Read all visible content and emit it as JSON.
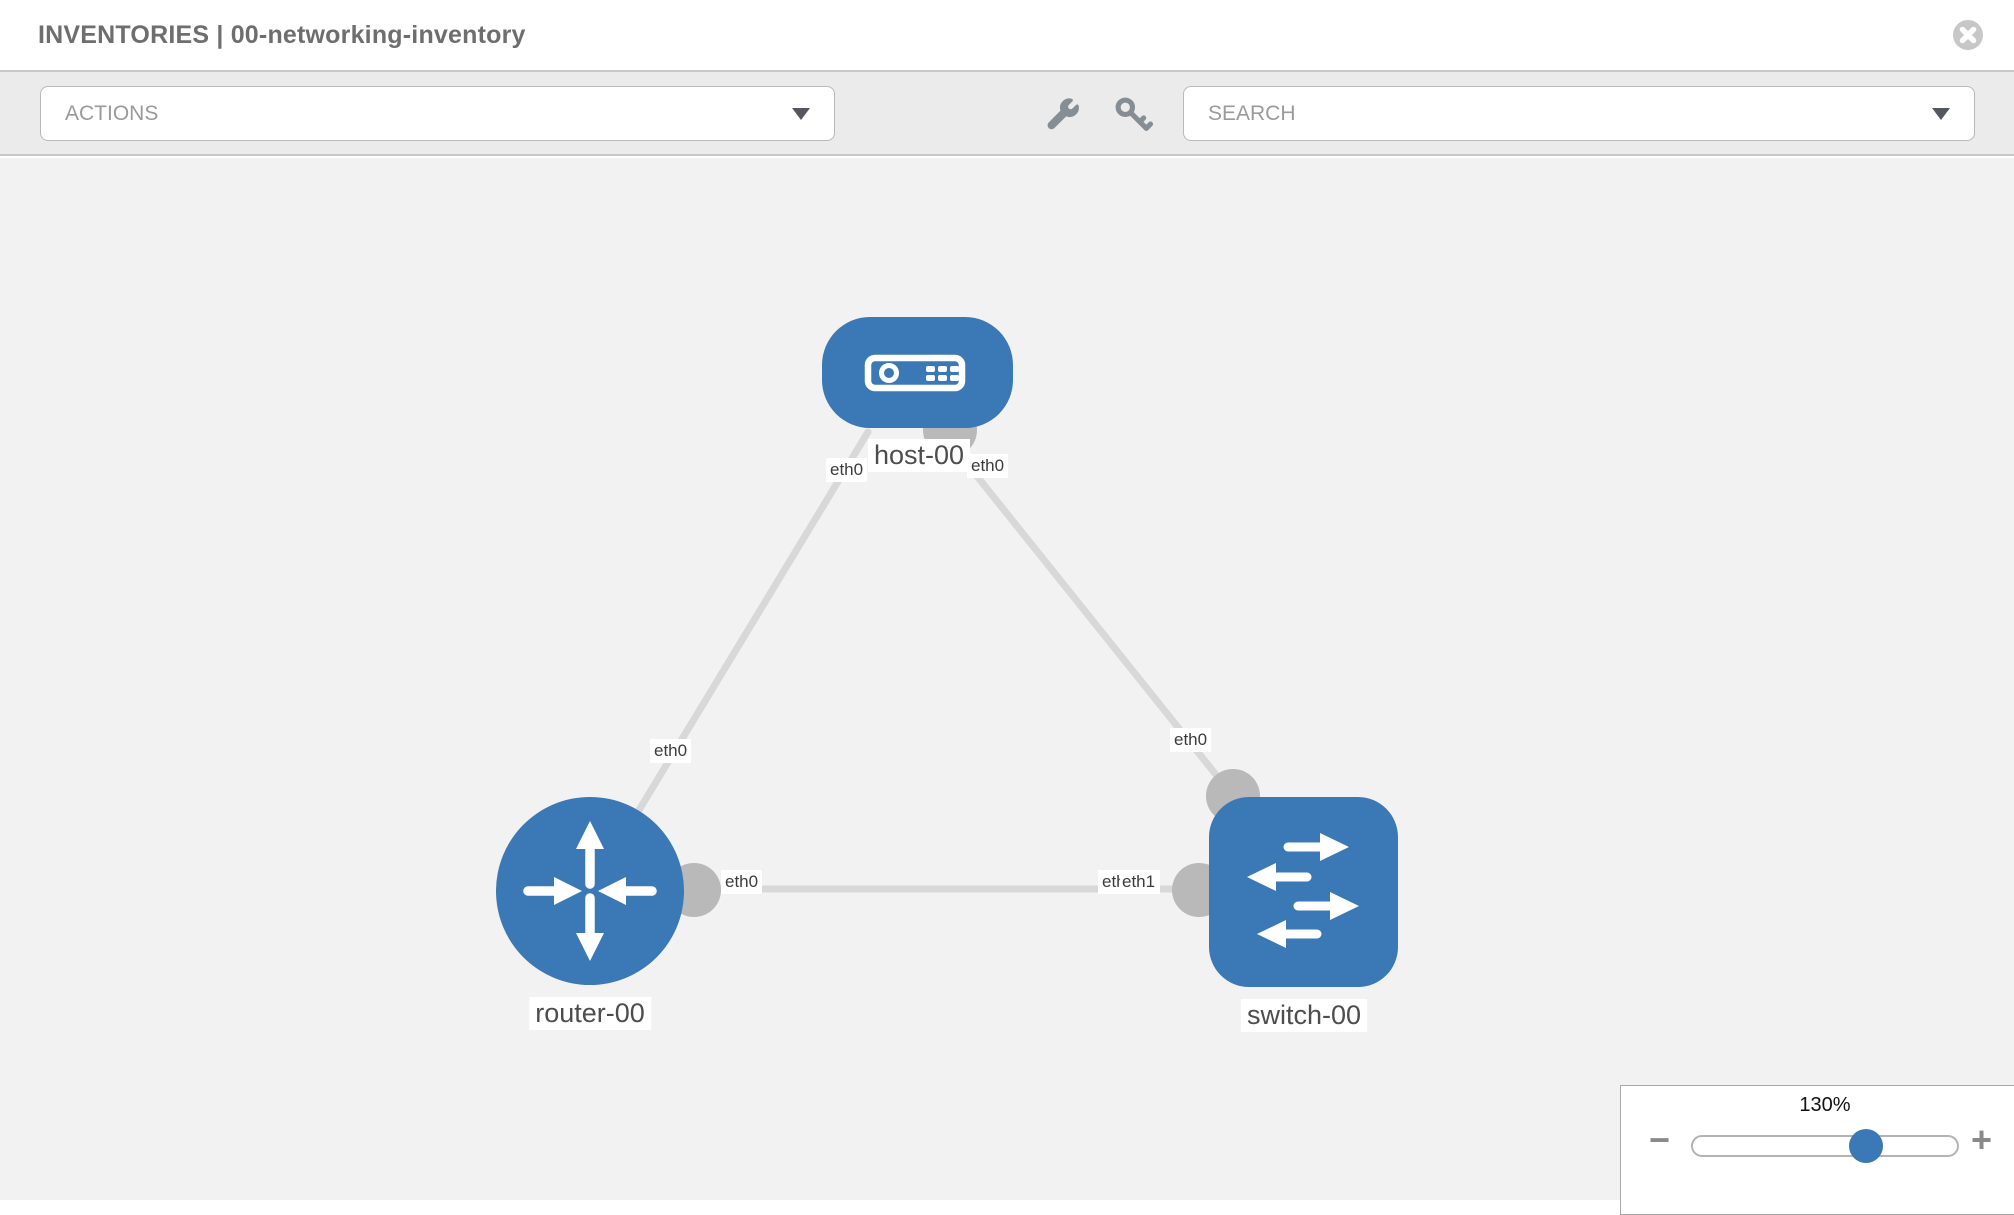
{
  "header": {
    "title": "INVENTORIES | 00-networking-inventory"
  },
  "toolbar": {
    "actions_label": "ACTIONS",
    "search_label": "SEARCH"
  },
  "canvas": {
    "nodes": [
      {
        "id": "host-00",
        "label": "host-00",
        "type": "host",
        "shape": "rounded-rect"
      },
      {
        "id": "router-00",
        "label": "router-00",
        "type": "router",
        "shape": "circle"
      },
      {
        "id": "switch-00",
        "label": "switch-00",
        "type": "switch",
        "shape": "rounded-square"
      }
    ],
    "links": [
      {
        "source": "host-00",
        "target": "router-00",
        "source_iface": "eth0",
        "target_iface": "eth0"
      },
      {
        "source": "host-00",
        "target": "switch-00",
        "source_iface": "eth0",
        "target_iface": "eth0"
      },
      {
        "source": "router-00",
        "target": "switch-00",
        "source_iface": "eth0",
        "target_iface": "eth1",
        "target_iface_underlabel": "eth0"
      }
    ]
  },
  "zoom": {
    "level": "130%",
    "minus_label": "−",
    "plus_label": "+"
  },
  "colors": {
    "node_blue": "#3a79b5",
    "link_gray": "#d8d8d8",
    "endpoint_gray": "#b9b9b9",
    "canvas_bg": "#f2f2f2",
    "toolbar_bg": "#ebebeb",
    "title_gray": "#6e6e6e"
  }
}
